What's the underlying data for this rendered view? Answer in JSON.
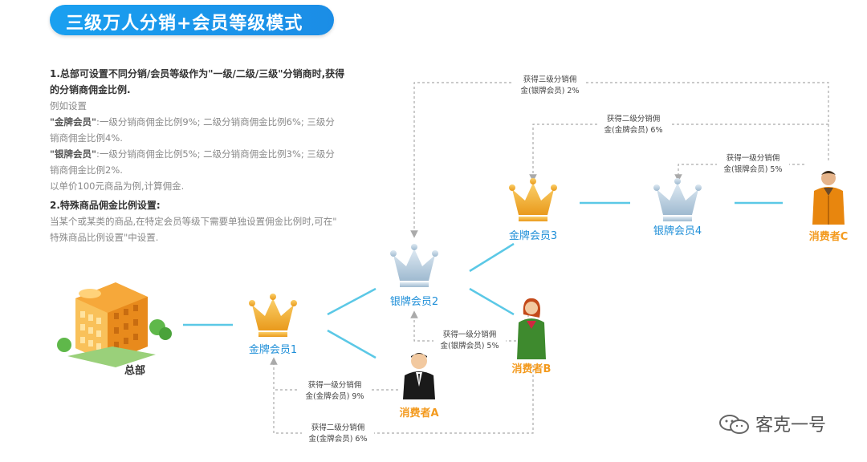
{
  "title": "三级万人分销+会员等级模式",
  "rules": {
    "h1": "1.总部可设置不同分销/会员等级作为\"一级/二级/三级\"分销商时,获得",
    "h1b": "的分销商佣金比例.",
    "l1": "例如设置",
    "gold_label": "\"金牌会员\"",
    "gold_text": ":一级分销商佣金比例9%; 二级分销商佣金比例6%; 三级分",
    "gold_text2": "销商佣金比例4%.",
    "silver_label": "\"银牌会员\"",
    "silver_text": ":一级分销商佣金比例5%; 二级分销商佣金比例3%; 三级分",
    "silver_text2": "销商佣金比例2%.",
    "l2": "以单价100元商品为例,计算佣金.",
    "h2": "2.特殊商品佣金比例设置:",
    "p2a": "当某个或某类的商品,在特定会员等级下需要单独设置佣金比例时,可在\"",
    "p2b": "特殊商品比例设置\"中设置."
  },
  "nodes": {
    "hq": "总部",
    "gold1": "金牌会员1",
    "silver2": "银牌会员2",
    "gold3": "金牌会员3",
    "silver4": "银牌会员4",
    "consumerA": "消费者A",
    "consumerB": "消费者B",
    "consumerC": "消费者C"
  },
  "notes": {
    "n1a": "获得三级分销佣",
    "n1b": "金(银牌会员) 2%",
    "n2a": "获得二级分销佣",
    "n2b": "金(金牌会员) 6%",
    "n3a": "获得一级分销佣",
    "n3b": "金(银牌会员) 5%",
    "n4a": "获得一级分销佣",
    "n4b": "金(银牌会员) 5%",
    "n5a": "获得一级分销佣",
    "n5b": "金(金牌会员) 9%",
    "n6a": "获得二级分销佣",
    "n6b": "金(金牌会员) 6%"
  },
  "watermark": "客克一号",
  "colors": {
    "gold_crown": "#f0b43a",
    "silver_crown": "#b8cfe0",
    "node_label_blue": "#1f8fd8",
    "consumer_orange": "#f39a1e",
    "connector": "#5bc8e6",
    "title_blue": "#1a98ee"
  }
}
